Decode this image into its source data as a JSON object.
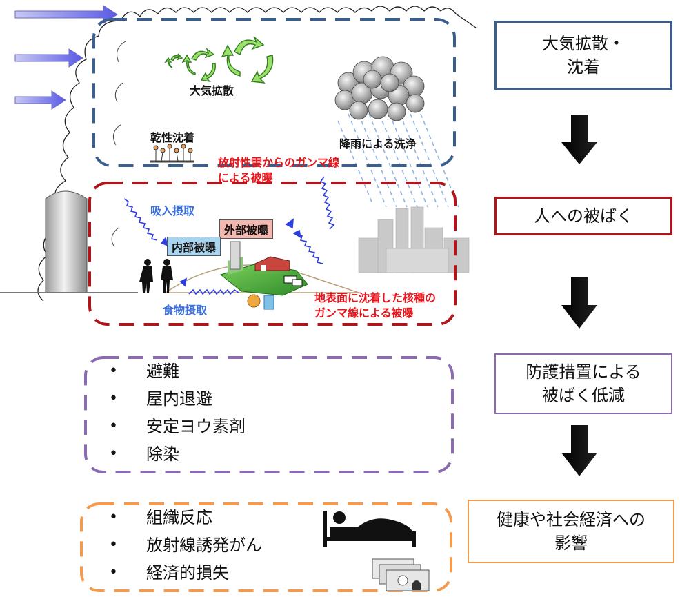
{
  "colors": {
    "dispersion_border": "#3a5f8c",
    "exposure_border": "#b0151c",
    "protection_border": "#8a6bb0",
    "impact_border": "#f29b50",
    "red_text": "#e8141b",
    "blue_text": "#3a6fe0"
  },
  "flow": {
    "step1": {
      "line1": "大気拡散・",
      "line2": "沈着"
    },
    "step2": {
      "line1": "人への被ばく"
    },
    "step3": {
      "line1": "防護措置による",
      "line2": "被ばく低減"
    },
    "step4": {
      "line1": "健康や社会経済への",
      "line2": "影響"
    }
  },
  "scene": {
    "atmospheric_dispersion": "大気拡散",
    "dry_deposition": "乾性沈着",
    "washout": "降雨による洗浄",
    "cloud_gamma_line1": "放射性雲からのガンマ線",
    "cloud_gamma_line2": "による被曝",
    "inhalation": "吸入摂取",
    "external_exposure": "外部被曝",
    "internal_exposure": "内部被曝",
    "food_intake": "食物摂取",
    "ground_gamma_line1": "地表面に沈着した核種の",
    "ground_gamma_line2": "ガンマ線による被曝"
  },
  "protective_measures": [
    "避難",
    "屋内退避",
    "安定ヨウ素剤",
    "除染"
  ],
  "impacts": [
    "組織反応",
    "放射線誘発がん",
    "経済的損失"
  ],
  "icons": [
    "wind-arrow-icon",
    "swirl-icon",
    "rain-cloud-icon",
    "silo-icon",
    "people-icon",
    "farm-icon",
    "city-icon",
    "bed-icon",
    "banknote-icon",
    "down-arrow-icon"
  ]
}
